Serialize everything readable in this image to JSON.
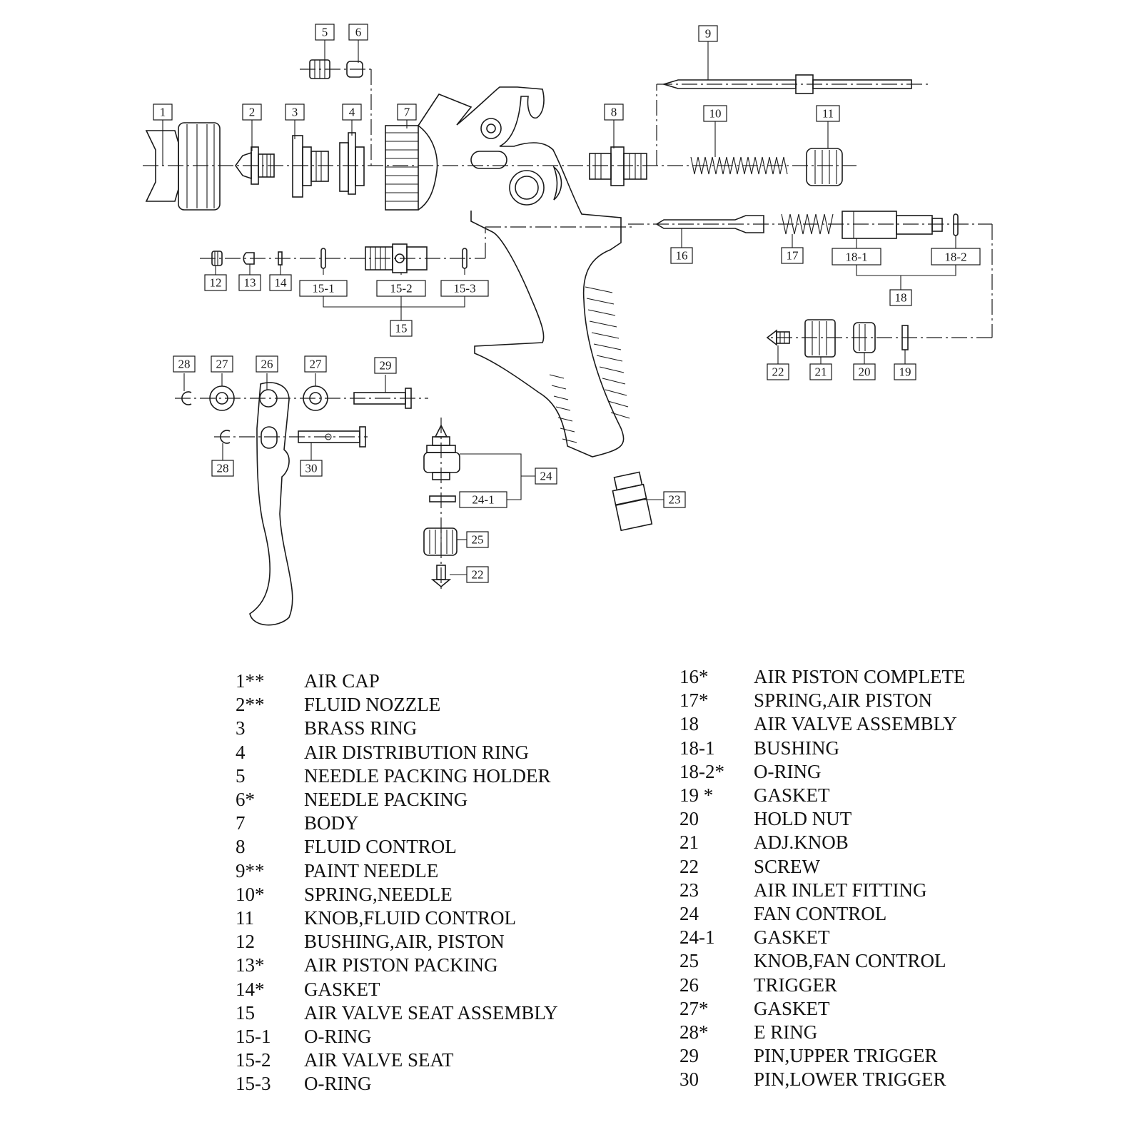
{
  "diagram": {
    "callouts": [
      "1",
      "2",
      "3",
      "4",
      "5",
      "6",
      "7",
      "8",
      "9",
      "10",
      "11",
      "12",
      "13",
      "14",
      "15-1",
      "15-2",
      "15-3",
      "15",
      "16",
      "17",
      "18-1",
      "18-2",
      "18",
      "22",
      "21",
      "20",
      "19",
      "28",
      "27",
      "26",
      "27",
      "29",
      "28",
      "30",
      "24",
      "24-1",
      "23",
      "25",
      "22"
    ]
  },
  "parts_list": {
    "left": [
      {
        "no": "1**",
        "name": "AIR CAP"
      },
      {
        "no": "2**",
        "name": "FLUID NOZZLE"
      },
      {
        "no": "3",
        "name": "BRASS RING"
      },
      {
        "no": "4",
        "name": "AIR DISTRIBUTION RING"
      },
      {
        "no": "5",
        "name": "NEEDLE PACKING HOLDER"
      },
      {
        "no": "6*",
        "name": "NEEDLE PACKING"
      },
      {
        "no": "7",
        "name": "BODY"
      },
      {
        "no": "8",
        "name": "FLUID CONTROL"
      },
      {
        "no": "9**",
        "name": "PAINT NEEDLE"
      },
      {
        "no": "10*",
        "name": "SPRING,NEEDLE"
      },
      {
        "no": "11",
        "name": "KNOB,FLUID CONTROL"
      },
      {
        "no": "12",
        "name": "BUSHING,AIR, PISTON"
      },
      {
        "no": "13*",
        "name": "AIR PISTON PACKING"
      },
      {
        "no": "14*",
        "name": "GASKET"
      },
      {
        "no": "15",
        "name": "AIR VALVE SEAT ASSEMBLY"
      },
      {
        "no": "15-1",
        "name": "O-RING"
      },
      {
        "no": "15-2",
        "name": "AIR VALVE  SEAT"
      },
      {
        "no": "15-3",
        "name": "O-RING"
      }
    ],
    "right": [
      {
        "no": "16*",
        "name": "AIR PISTON COMPLETE"
      },
      {
        "no": "17*",
        "name": "SPRING,AIR PISTON"
      },
      {
        "no": "18",
        "name": "AIR VALVE ASSEMBLY"
      },
      {
        "no": "18-1",
        "name": "BUSHING"
      },
      {
        "no": "18-2*",
        "name": "O-RING"
      },
      {
        "no": "19 *",
        "name": "GASKET"
      },
      {
        "no": "20",
        "name": "HOLD NUT"
      },
      {
        "no": "21",
        "name": "ADJ.KNOB"
      },
      {
        "no": "22",
        "name": "SCREW"
      },
      {
        "no": "23",
        "name": "AIR INLET FITTING"
      },
      {
        "no": "24",
        "name": "FAN CONTROL"
      },
      {
        "no": "24-1",
        "name": "GASKET"
      },
      {
        "no": "25",
        "name": "KNOB,FAN CONTROL"
      },
      {
        "no": "26",
        "name": "TRIGGER"
      },
      {
        "no": "27*",
        "name": "GASKET"
      },
      {
        "no": "28*",
        "name": "E RING"
      },
      {
        "no": "29",
        "name": "PIN,UPPER TRIGGER"
      },
      {
        "no": "30",
        "name": "PIN,LOWER TRIGGER"
      }
    ]
  }
}
